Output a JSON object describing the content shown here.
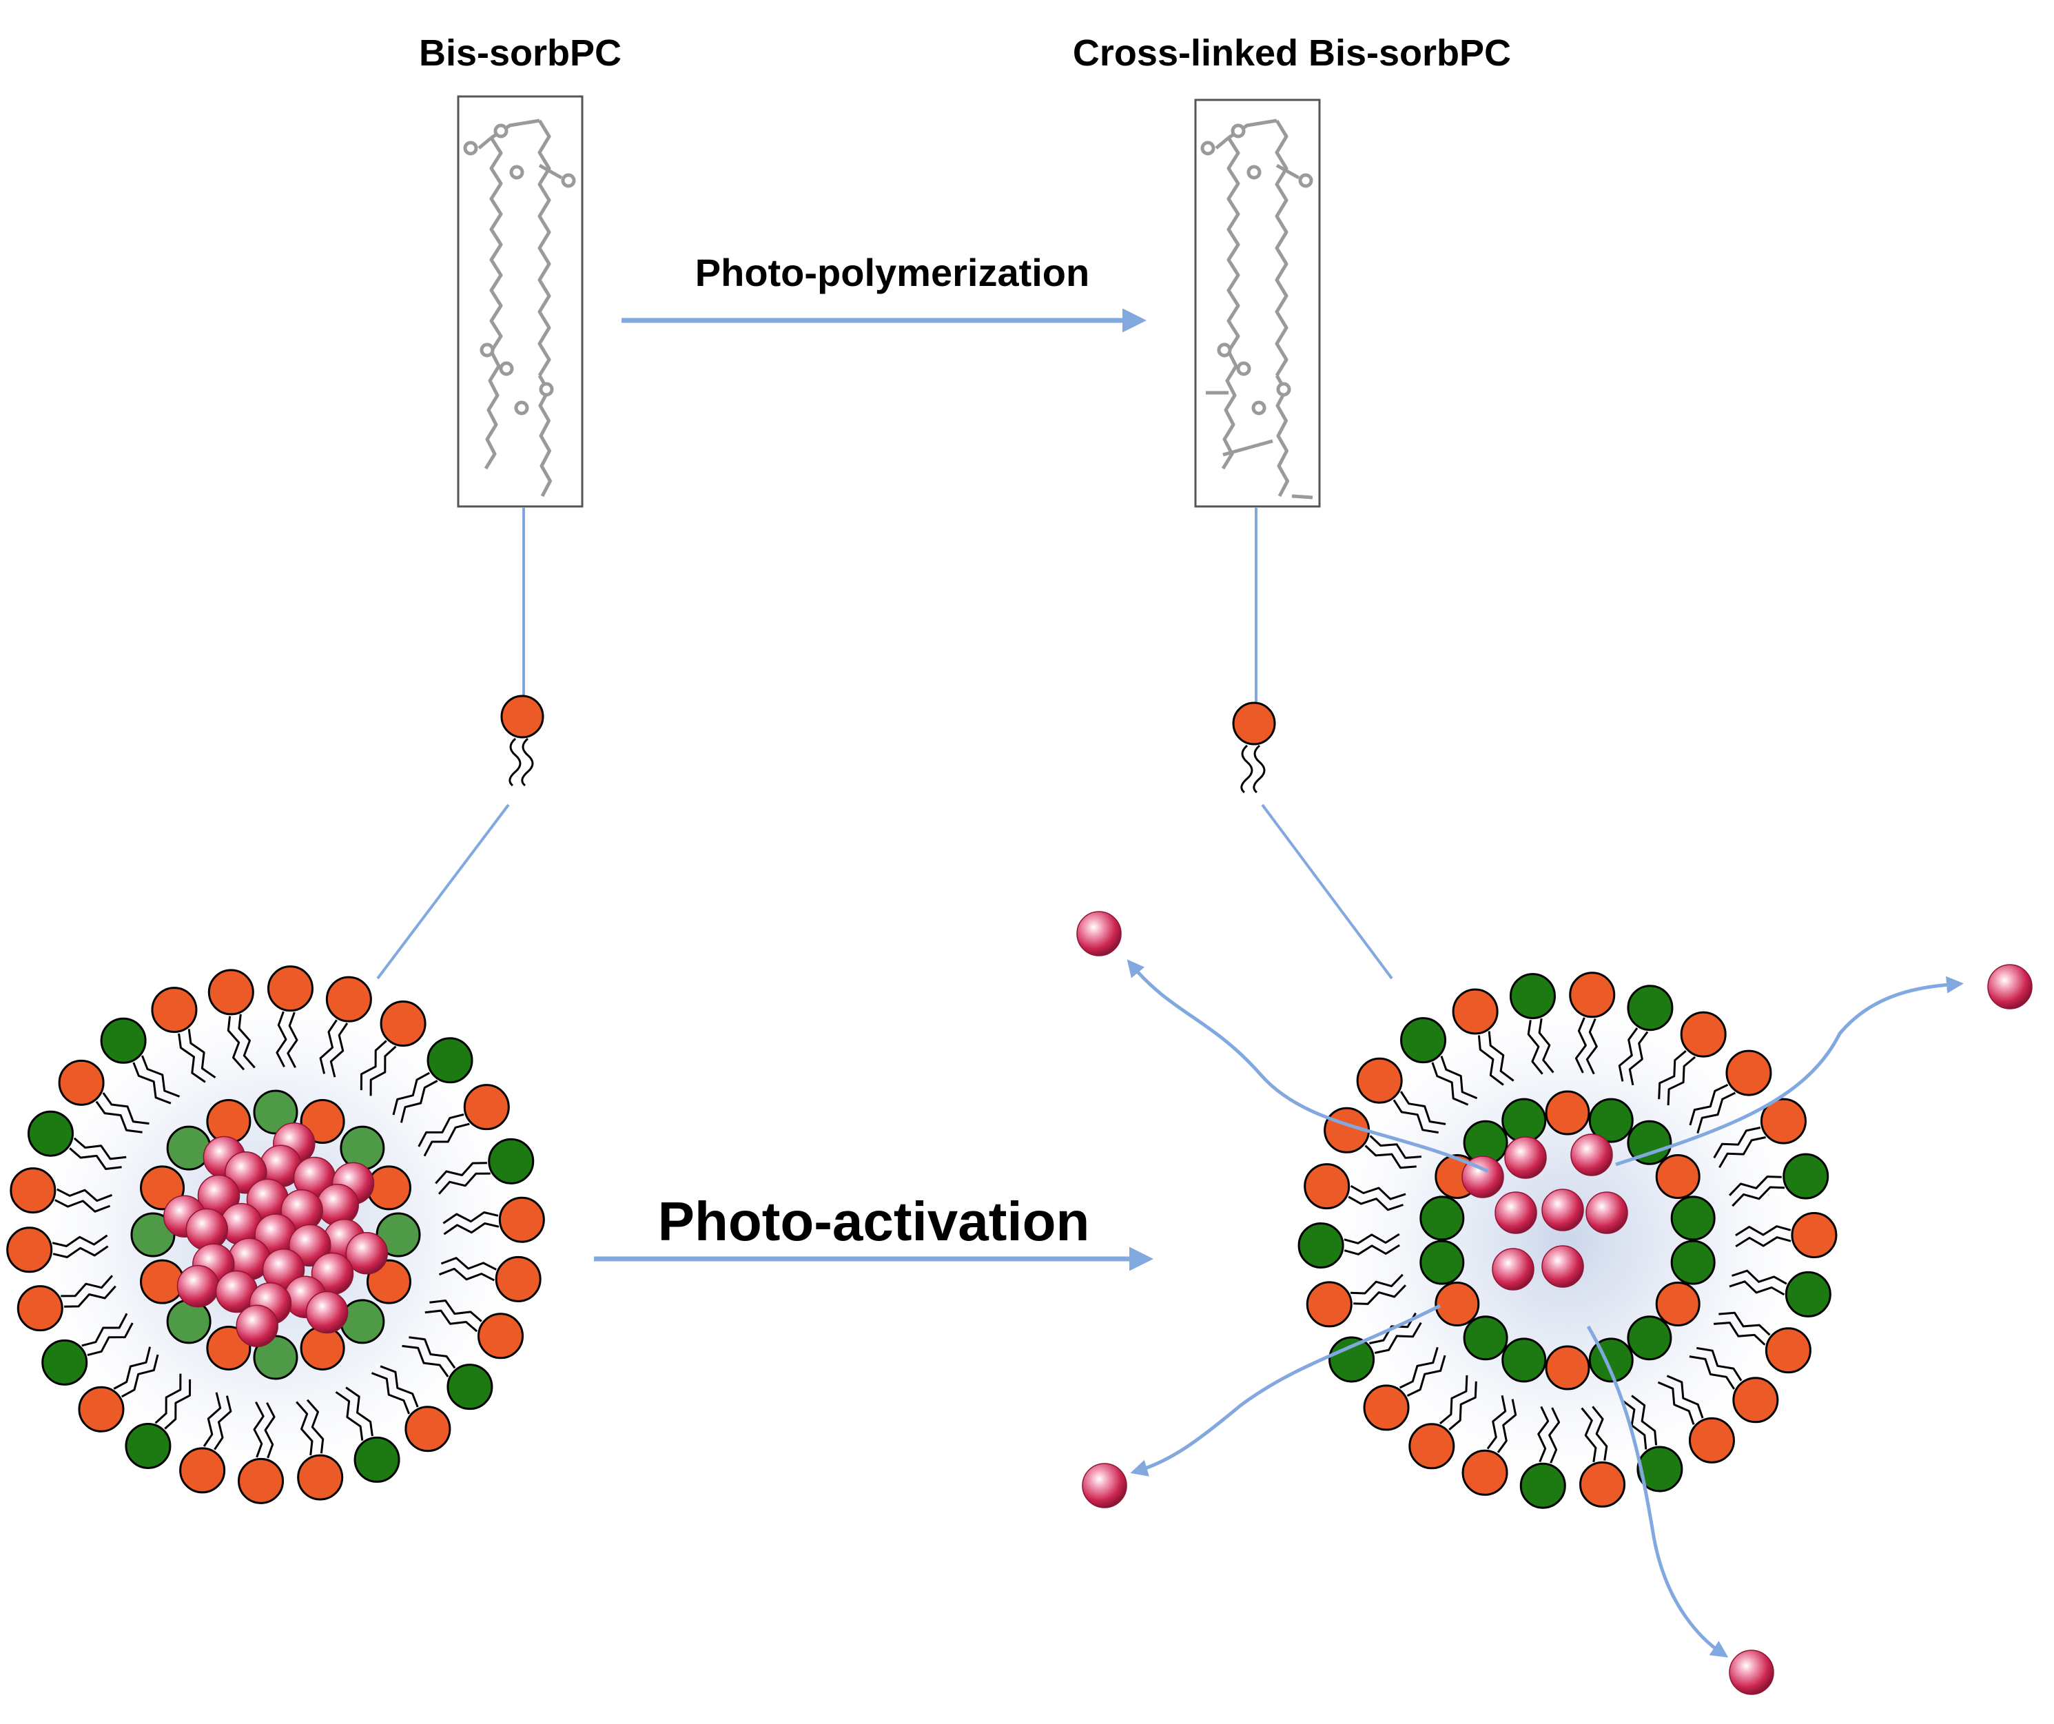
{
  "labels": {
    "left_molecule": "Bis-sorbPC",
    "right_molecule": "Cross-linked Bis-sorbPC",
    "polymerization_arrow": "Photo-polymerization",
    "activation_arrow": "Photo-activation"
  },
  "colors": {
    "head_orange": "#ec5a27",
    "head_green": "#1d7a13",
    "inner_green": "#4f9a46",
    "cargo_red": "#cc2550",
    "arrow_blue": "#82a8e0",
    "outline": "#000000",
    "structure_gray": "#9a9a9a"
  }
}
